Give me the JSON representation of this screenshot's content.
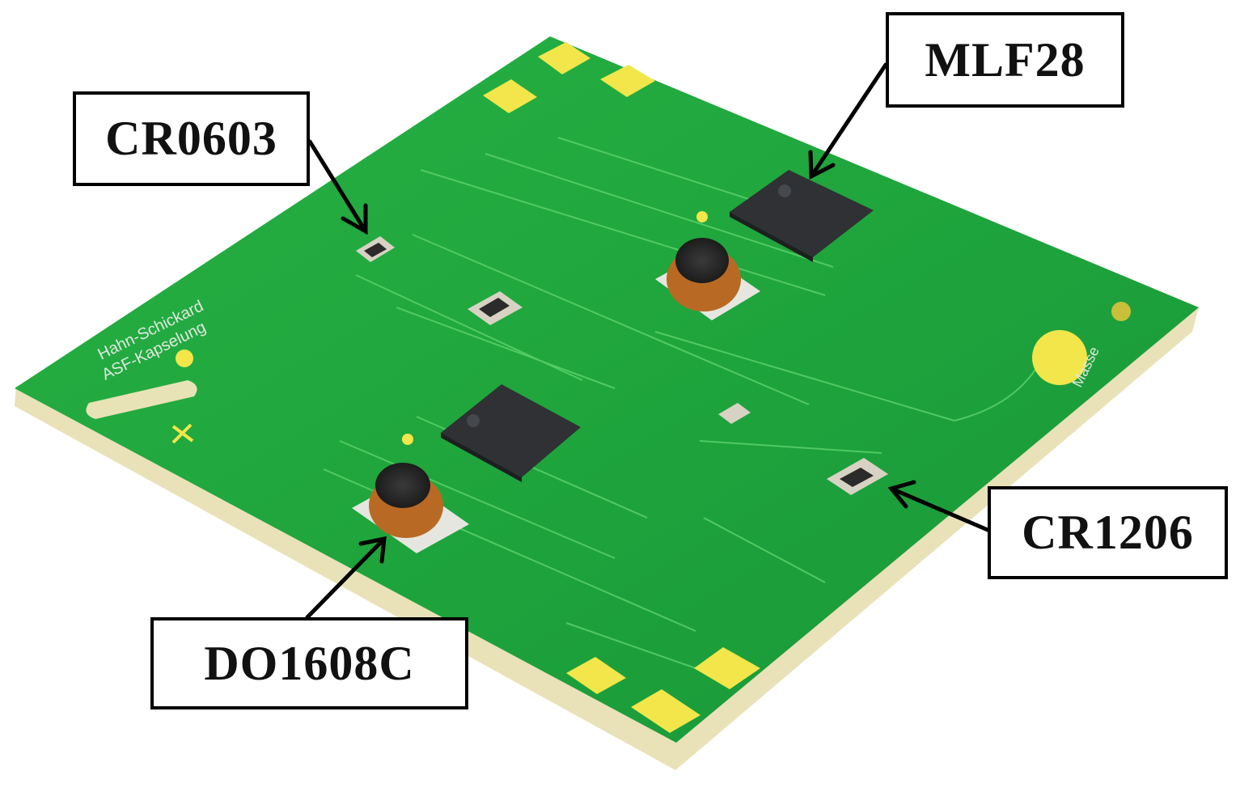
{
  "labels": {
    "mlf28": "MLF28",
    "cr0603": "CR0603",
    "cr1206": "CR1206",
    "do1608c": "DO1608C"
  },
  "colors": {
    "board_green": "#1fa53c",
    "board_edge": "#e9e2b8",
    "pad_gold": "#f2e64a",
    "ic_body": "#2f3134",
    "inductor_copper": "#b86a24",
    "label_border": "#000000"
  }
}
